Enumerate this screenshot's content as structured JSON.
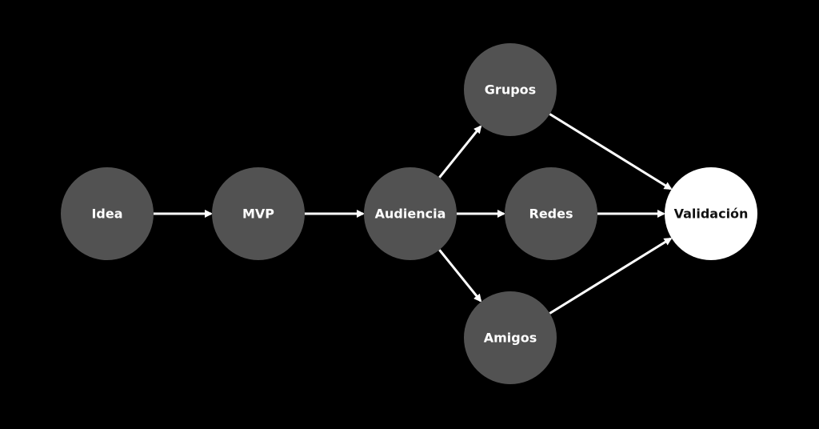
{
  "colors": {
    "background": "#000000",
    "node_fill": "#525252",
    "node_text": "#ffffff",
    "final_fill": "#ffffff",
    "final_text": "#111111",
    "edge": "#ffffff"
  },
  "nodes": [
    {
      "id": "idea",
      "label": "Idea"
    },
    {
      "id": "mvp",
      "label": "MVP"
    },
    {
      "id": "audiencia",
      "label": "Audiencia"
    },
    {
      "id": "grupos",
      "label": "Grupos"
    },
    {
      "id": "redes",
      "label": "Redes"
    },
    {
      "id": "amigos",
      "label": "Amigos"
    },
    {
      "id": "validacion",
      "label": "Validación",
      "final": true
    }
  ],
  "edges": [
    {
      "from": "idea",
      "to": "mvp"
    },
    {
      "from": "mvp",
      "to": "audiencia"
    },
    {
      "from": "audiencia",
      "to": "grupos"
    },
    {
      "from": "audiencia",
      "to": "redes"
    },
    {
      "from": "audiencia",
      "to": "amigos"
    },
    {
      "from": "grupos",
      "to": "validacion"
    },
    {
      "from": "redes",
      "to": "validacion"
    },
    {
      "from": "amigos",
      "to": "validacion"
    }
  ]
}
